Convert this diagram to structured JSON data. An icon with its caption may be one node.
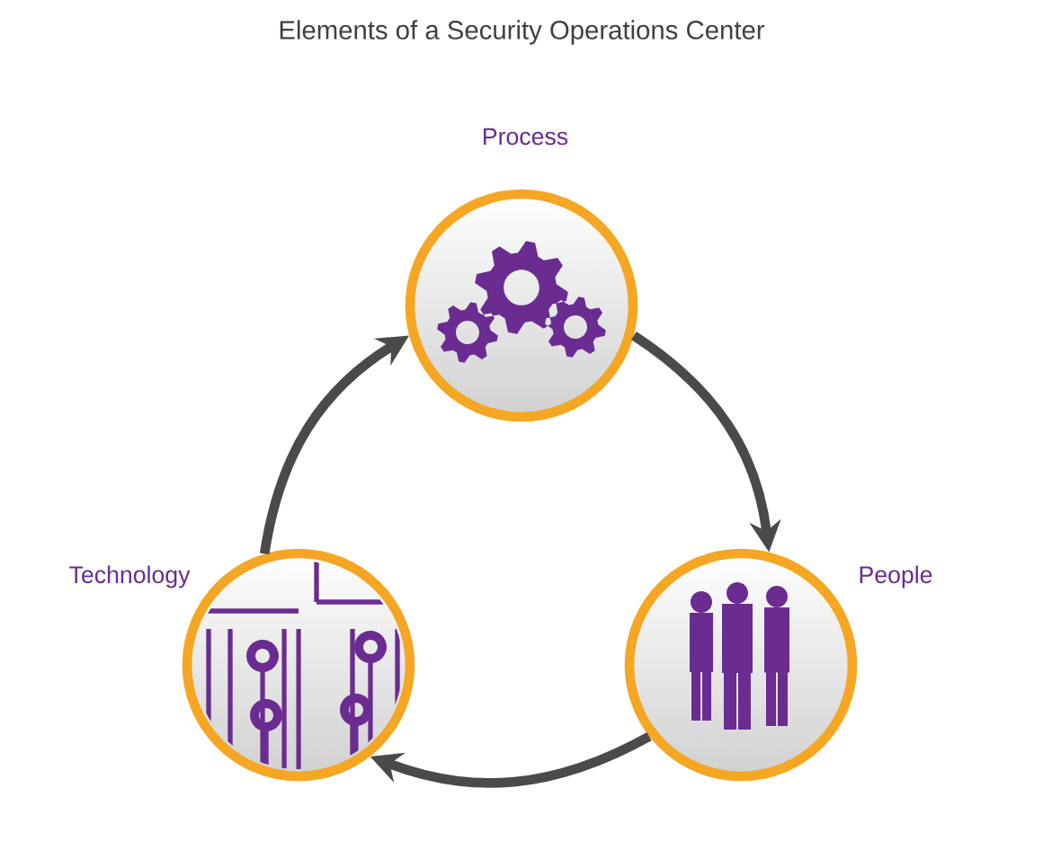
{
  "diagram": {
    "title": "Elements of a Security Operations Center",
    "nodes": [
      {
        "text": [
          "Process"
        ]
      },
      {
        "text": [
          "People"
        ]
      },
      {
        "text": [
          "Technology"
        ]
      }
    ],
    "edges": [
      {
        "from": 0,
        "to": 1,
        "arrow": "to"
      },
      {
        "from": 1,
        "to": 2,
        "arrow": "to"
      },
      {
        "from": 2,
        "to": 0,
        "arrow": "to"
      }
    ]
  }
}
